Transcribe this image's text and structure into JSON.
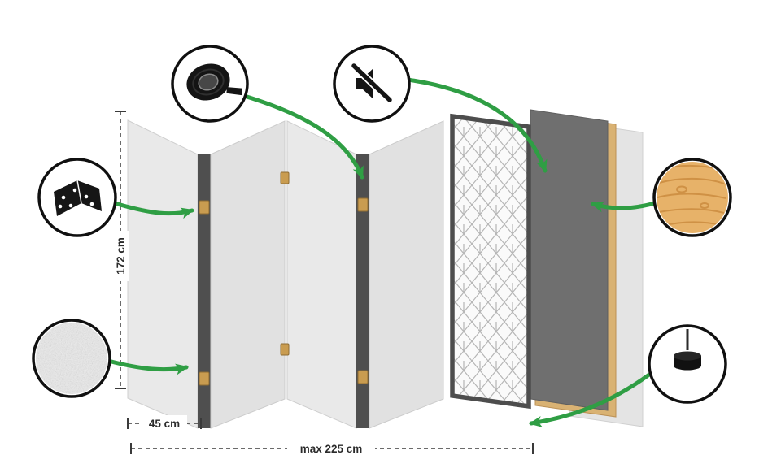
{
  "diagram": {
    "product": "folding-room-divider-exploded-view",
    "dimensions": {
      "height_label": "172 cm",
      "panel_width_label": "45 cm",
      "total_width_label": "max 225 cm"
    },
    "badges": [
      {
        "name": "hinge",
        "icon": "hinge-icon"
      },
      {
        "name": "adhesive-tape",
        "icon": "tape-roll-icon"
      },
      {
        "name": "soundproofing",
        "icon": "muted-speaker-icon"
      },
      {
        "name": "material-texture",
        "icon": "fabric-texture-swatch"
      },
      {
        "name": "wood-material",
        "icon": "wood-grain-swatch"
      },
      {
        "name": "stabilizing-foot",
        "icon": "foot-pin-icon"
      }
    ],
    "colors": {
      "arrow_green": "#2f9e44",
      "panel_light": "#e9e9e9",
      "panel_shade": "#e1e1e1",
      "edge_dark": "#4f4f4f",
      "hinge_brass": "#c99c50",
      "frame_wood": "#d9b273",
      "dark_panel": "#6f6f6f",
      "wood_swatch": "#e7b269"
    }
  }
}
